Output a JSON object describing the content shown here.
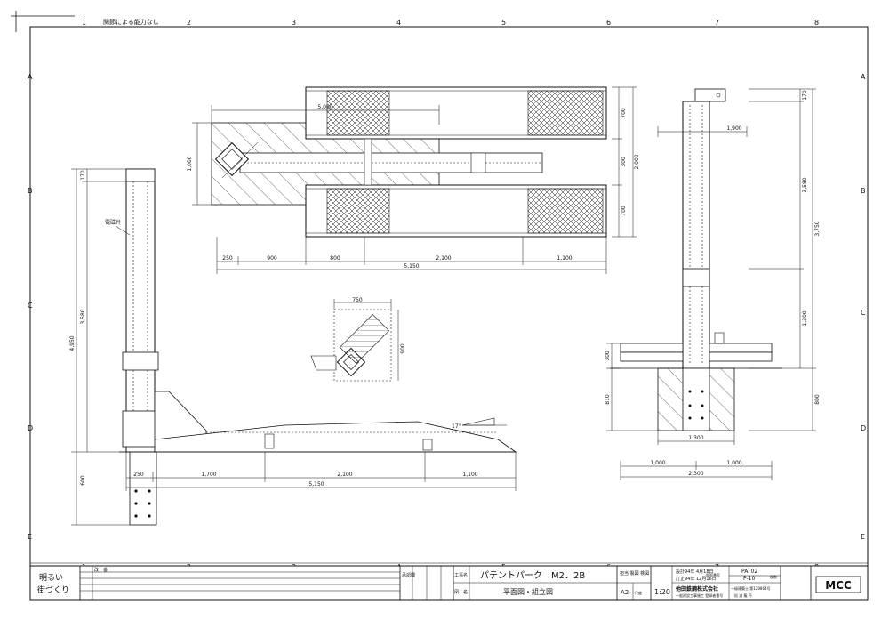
{
  "note_top": "関節による能力なし",
  "grid": {
    "columns": [
      "1",
      "2",
      "3",
      "4",
      "5",
      "6",
      "7",
      "8"
    ],
    "rows": [
      "A",
      "B",
      "C",
      "D",
      "E"
    ]
  },
  "plan_view": {
    "dims_bottom": [
      "250",
      "900",
      "800",
      "2,100",
      "1,100"
    ],
    "total_bottom": "5,150",
    "dim_top": "5,000",
    "dim_left": "1,000",
    "dims_right": [
      "700",
      "300",
      "700"
    ],
    "total_right": "2,000"
  },
  "side_view": {
    "dims_vertical": [
      "170",
      "3,580",
      "4,950",
      "600"
    ],
    "label_sensor": "電磁弁",
    "dims_bottom": [
      "250",
      "1,700",
      "2,100",
      "1,100"
    ],
    "total_bottom": "5,150",
    "angle": "17°"
  },
  "detail_view": {
    "dim_top": "750",
    "dim_right": "900"
  },
  "front_view": {
    "dims_top": [
      "1,900"
    ],
    "dims_right": [
      "170",
      "3,580",
      "3,750",
      "1,300",
      "800"
    ],
    "dim_left_small": "300",
    "dim_left_pit": "810",
    "dim_pit_width": "1,300",
    "dims_bottom": [
      "1,000",
      "1,000"
    ],
    "total_bottom": "2,300"
  },
  "title_block": {
    "left_slogan_1": "明るい",
    "left_slogan_2": "街づくり",
    "revision_header": "改　番",
    "approval_label": "承認欄",
    "project_label": "工事名",
    "project_name": "パテントパーク　M2．2B",
    "drawing_label": "図　名",
    "drawing_name": "平面図・組立図",
    "check_labels": "担当 製図 検図",
    "size_label": "A2",
    "scale_label_head": "尺度",
    "scale": "1:20",
    "design_date": "設計94年 4月18日",
    "revise_date": "訂正94年 12月16日",
    "company": "他田鉄鋼株式会社",
    "company_sub": "一般建設工事施工 登録者番号",
    "drawing_no_label": "図面番号",
    "drawing_no_1": "PAT02",
    "drawing_no_2": "P-10",
    "sheet_label": "枚数",
    "right_note_1": "一級建築士 第129864号",
    "right_note_2": "松 浦 龍 丹",
    "logo": "MCC"
  }
}
